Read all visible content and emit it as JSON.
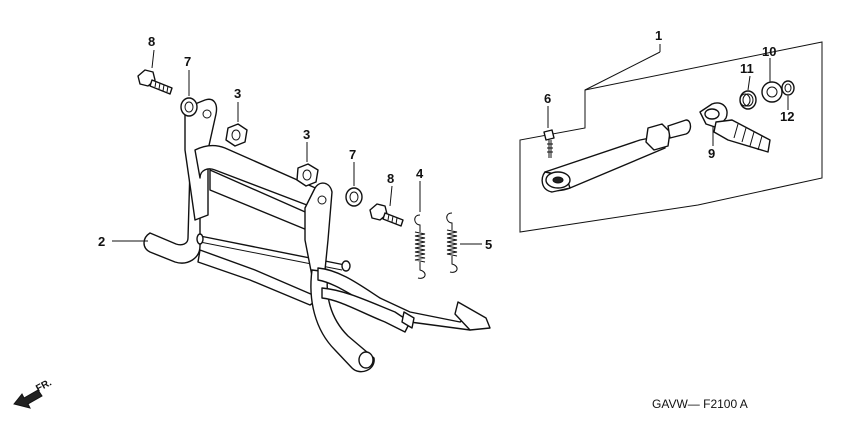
{
  "labels": {
    "l1": "1",
    "l2": "2",
    "l3a": "3",
    "l3b": "3",
    "l4": "4",
    "l5": "5",
    "l6": "6",
    "l7a": "7",
    "l7b": "7",
    "l8a": "8",
    "l8b": "8",
    "l9": "9",
    "l10": "10",
    "l11": "11",
    "l12": "12"
  },
  "front_indicator": "FR.",
  "diagram_code": "GAVW— F2100 A"
}
